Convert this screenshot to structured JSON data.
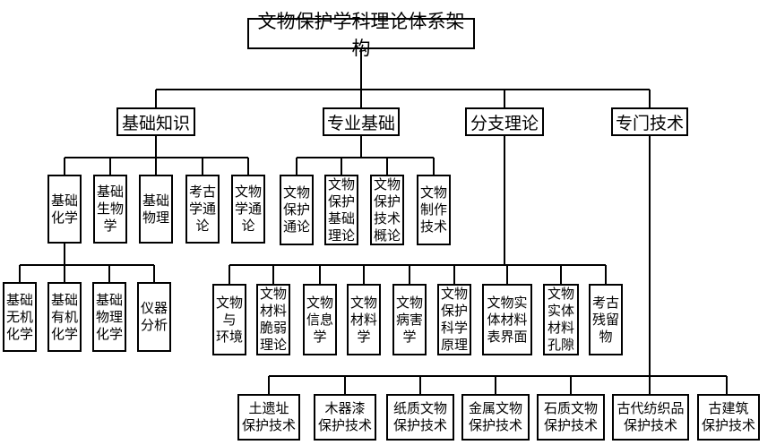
{
  "root": "文物保护学科理论体系架构",
  "basic": {
    "label": "基础知识",
    "items": [
      "基础\n化学",
      "基础\n生物\n学",
      "基础\n物理",
      "考古\n学通\n论",
      "文物\n学通\n论"
    ],
    "chemistry_children": [
      "基础\n无机\n化学",
      "基础\n有机\n化学",
      "基础\n物理\n化学",
      "仪器\n分析"
    ]
  },
  "professional": {
    "label": "专业基础",
    "items": [
      "文物\n保护\n通论",
      "文物\n保护\n基础\n理论",
      "文物\n保护\n技术\n概论",
      "文物\n制作\n技术"
    ]
  },
  "branch": {
    "label": "分支理论",
    "items": [
      "文物\n与\n环境",
      "文物\n材料\n脆弱\n理论",
      "文物\n信息\n学",
      "文物\n材料\n学",
      "文物\n病害\n学",
      "文物\n保护\n科学\n原理",
      "文物实\n体材料\n表界面",
      "文物\n实体\n材料\n孔隙",
      "考古\n残留\n物"
    ]
  },
  "special": {
    "label": "专门技术",
    "items": [
      "土遗址\n保护技术",
      "木器漆\n保护技术",
      "纸质文物\n保护技术",
      "金属文物\n保护技术",
      "石质文物\n保护技术",
      "古代纺织品\n保护技术",
      "古建筑\n保护技术"
    ]
  }
}
